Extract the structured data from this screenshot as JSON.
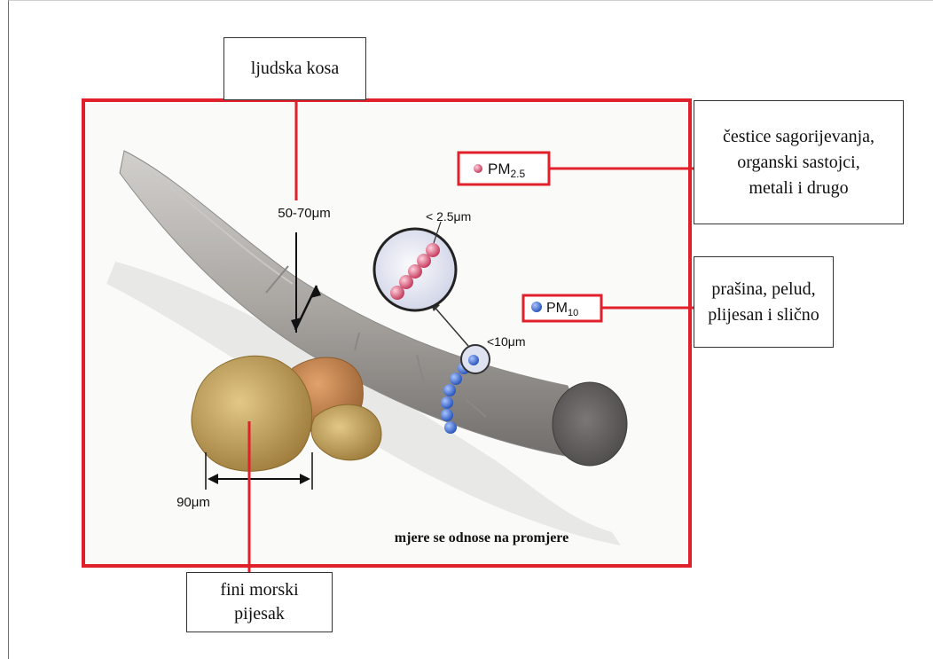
{
  "labels": {
    "human_hair": "ljudska kosa",
    "hair_diameter": "50-70μm",
    "pm25_tag": "PM",
    "pm25_sub": "2.5",
    "pm25_size": "< 2.5μm",
    "pm10_tag": "PM",
    "pm10_sub": "10",
    "pm10_size": "<10μm",
    "sand_size": "90μm",
    "note": "mjere se odnose na promjere"
  },
  "callouts": {
    "combustion": [
      "čestice sagorijevanja,",
      "organski sastojci,",
      "metali i drugo"
    ],
    "dust": [
      "prašina, pelud,",
      "plijesan i slično"
    ],
    "sand": [
      "fini morski",
      "pijesak"
    ]
  },
  "colors": {
    "accent_red": "#e0202a",
    "pm25_particle": "#d9456a",
    "pm10_particle": "#3a6fd8",
    "hair": "#a9a6a2",
    "sand": "#c8a45a"
  }
}
